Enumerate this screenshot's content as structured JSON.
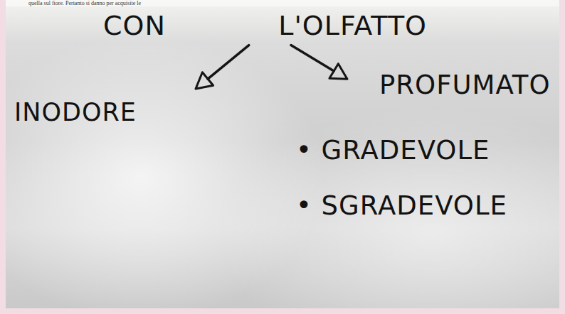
{
  "diagram": {
    "nodes": [
      {
        "text": [
          "CON",
          "L'OLFATTO"
        ]
      },
      {
        "text": [
          "INODORE"
        ]
      },
      {
        "text": [
          "PROFUMATO"
        ]
      }
    ],
    "edges": [
      {
        "from": 0,
        "to": 1,
        "arrow": "to"
      },
      {
        "from": 0,
        "to": 2,
        "arrow": "to"
      }
    ],
    "labels": [
      "quella sul fiore. Pertanto si danno per acquisite le",
      "• GRADEVOLE",
      "• SGRADEVOLE"
    ]
  }
}
